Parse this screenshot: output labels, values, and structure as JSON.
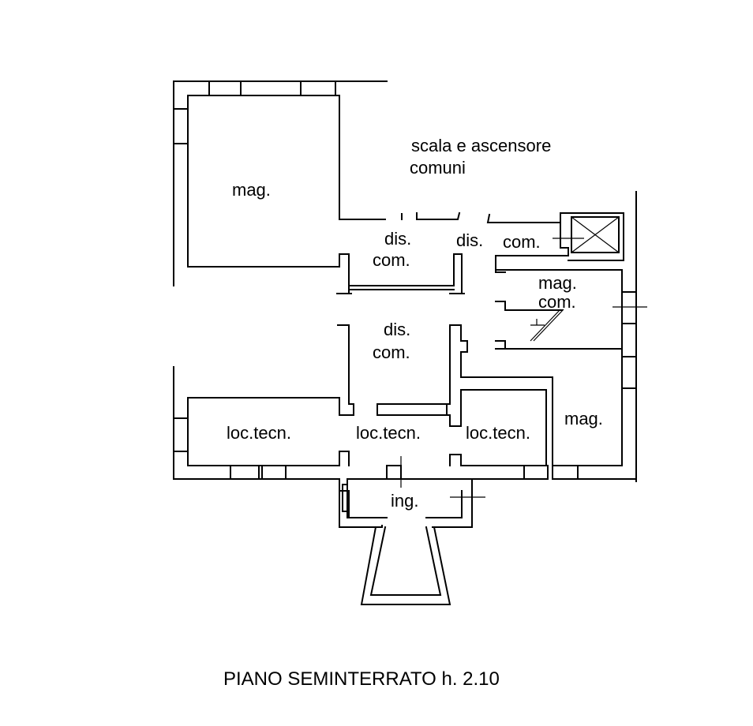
{
  "plan": {
    "title": "PIANO SEMINTERRATO h. 2.10",
    "labels": {
      "mag_nw": "mag.",
      "scala_line1": "scala e ascensore",
      "scala_line2": "comuni",
      "dis_com_top_line1": "dis.",
      "dis_com_top_line2": "com.",
      "dis_small": "dis.",
      "com_lift": "com.",
      "mag_com_line1": "mag.",
      "mag_com_line2": "com.",
      "dis_com_mid_line1": "dis.",
      "dis_com_mid_line2": "com.",
      "loc_tecn_left": "loc.tecn.",
      "loc_tecn_center": "loc.tecn.",
      "loc_tecn_right": "loc.tecn.",
      "mag_east": "mag.",
      "ingresso": "ing."
    }
  }
}
